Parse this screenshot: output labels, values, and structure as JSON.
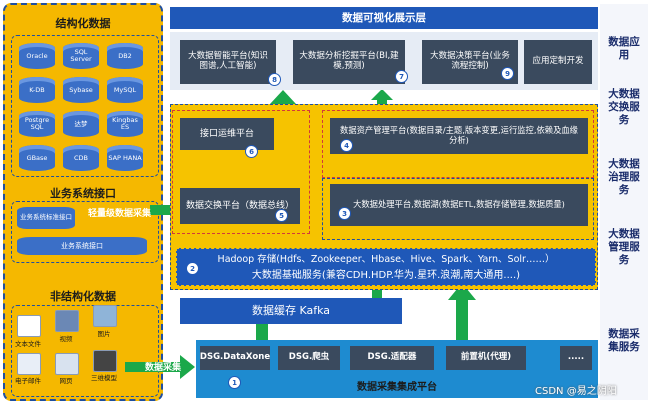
{
  "top_title": "数据可视化展示层",
  "bottom_title": "数据采集集成平台",
  "left_panel": {
    "structured_title": "结构化数据",
    "databases": [
      "Oracle",
      "SQL Server",
      "DB2",
      "K-DB",
      "Sybase",
      "MySQL",
      "Postgre SQL",
      "达梦",
      "Kingbas ES",
      "GBase",
      "CDB",
      "SAP HANA"
    ],
    "business_title": "业务系统接口",
    "business_items": [
      "业务系统标准接口",
      "业务系统接口"
    ],
    "light_collect": "轻量级数据采集",
    "unstructured_title": "非结构化数据",
    "unstructured_items": [
      "文本文件",
      "视频",
      "图片",
      "电子邮件",
      "网页",
      "三维模型"
    ],
    "data_collect": "数据采集"
  },
  "side_labels": [
    "数据应用",
    "大数据交换服务",
    "大数据治理服务",
    "大数据管理服务",
    "数据采集服务"
  ],
  "app_layer": {
    "items": [
      {
        "label": "大数据智能平台(知识图谱,人工智能)",
        "badge": "8"
      },
      {
        "label": "大数据分析挖掘平台(BI,建模,预测)",
        "badge": "7"
      },
      {
        "label": "大数据决策平台(业务流程控制)",
        "badge": "9"
      },
      {
        "label": "应用定制开发",
        "badge": ""
      }
    ]
  },
  "interface_ops": {
    "label": "接口运维平台",
    "badge": "6"
  },
  "exchange": {
    "label": "数据交换平台（数据总线）",
    "badge": "5"
  },
  "asset_mgmt": {
    "label": "数据资产管理平台(数据目录/主题,版本变更,运行监控,依赖及血缘分析)",
    "badge": "4"
  },
  "processing": {
    "label": "大数据处理平台,数据湖(数据ETL,数据存储管理,数据质量)",
    "badge": "3"
  },
  "hadoop": {
    "line1": "Hadoop 存储(Hdfs、Zookeeper、Hbase、Hive、Spark、Yarn、Solr……）",
    "line2": "大数据基础服务(兼容CDH.HDP.华为.星环.浪潮,南大通用....)",
    "badge": "2"
  },
  "kafka": "数据缓存 Kafka",
  "collect_items": [
    "DSG.DataXone",
    "DSG.爬虫",
    "DSG.适配器",
    "前置机(代理)",
    "....."
  ],
  "collect_badge": "1",
  "watermark": "CSDN @易之阴阳"
}
